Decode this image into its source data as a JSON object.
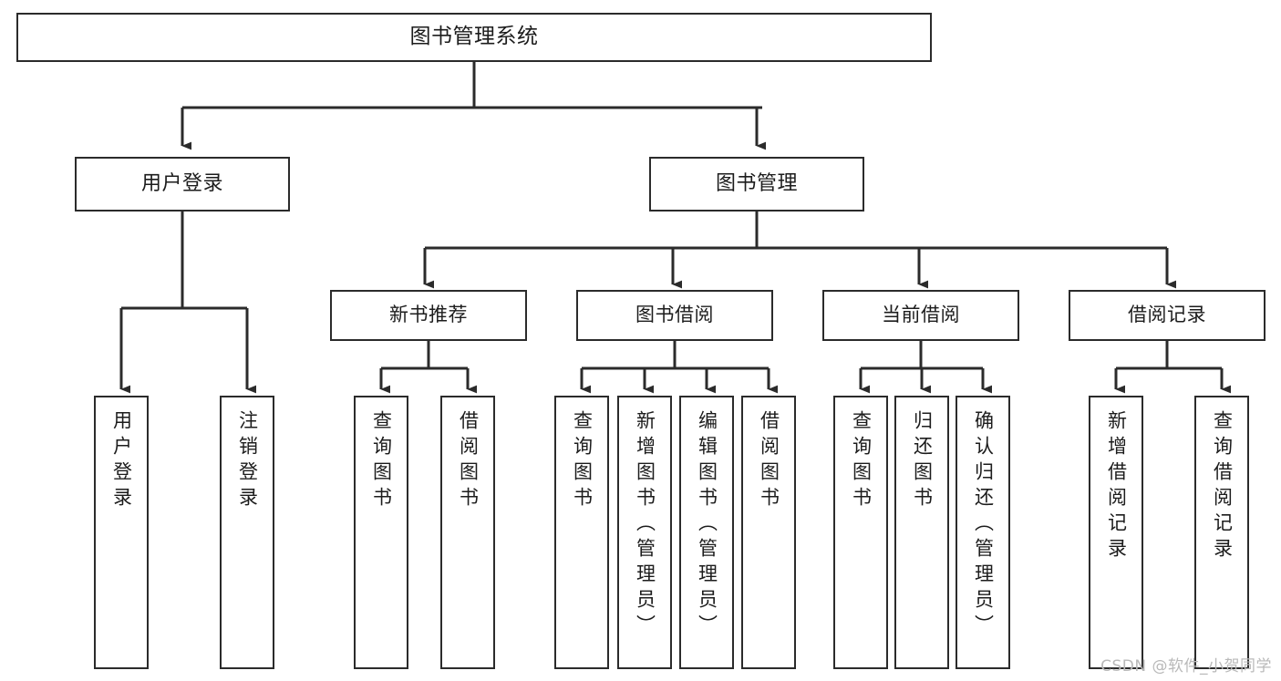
{
  "diagram": {
    "title": "图书管理系统",
    "type": "tree-hierarchy",
    "colors": {
      "background": "#ffffff",
      "node_fill": "#ffffff",
      "stroke": "#2b2b2b",
      "text": "#1c1c1c",
      "watermark": "#b9b9b9"
    },
    "watermark": "CSDN @软件_小贺同学",
    "nodes": {
      "root": {
        "label": "图书管理系统"
      },
      "level1": [
        {
          "label": "用户登录"
        },
        {
          "label": "图书管理"
        }
      ],
      "level2": [
        {
          "label": "新书推荐"
        },
        {
          "label": "图书借阅"
        },
        {
          "label": "当前借阅"
        },
        {
          "label": "借阅记录"
        }
      ],
      "leaves": {
        "user_login": [
          {
            "label": "用户登录"
          },
          {
            "label": "注销登录"
          }
        ],
        "new_book": [
          {
            "label": "查询图书"
          },
          {
            "label": "借阅图书"
          }
        ],
        "book_borrow": [
          {
            "label": "查询图书"
          },
          {
            "label": "新增图书（管理员）"
          },
          {
            "label": "编辑图书（管理员）"
          },
          {
            "label": "借阅图书"
          }
        ],
        "current_borrow": [
          {
            "label": "查询图书"
          },
          {
            "label": "归还图书"
          },
          {
            "label": "确认归还（管理员）"
          }
        ],
        "borrow_record": [
          {
            "label": "新增借阅记录"
          },
          {
            "label": "查询借阅记录"
          }
        ]
      }
    }
  }
}
